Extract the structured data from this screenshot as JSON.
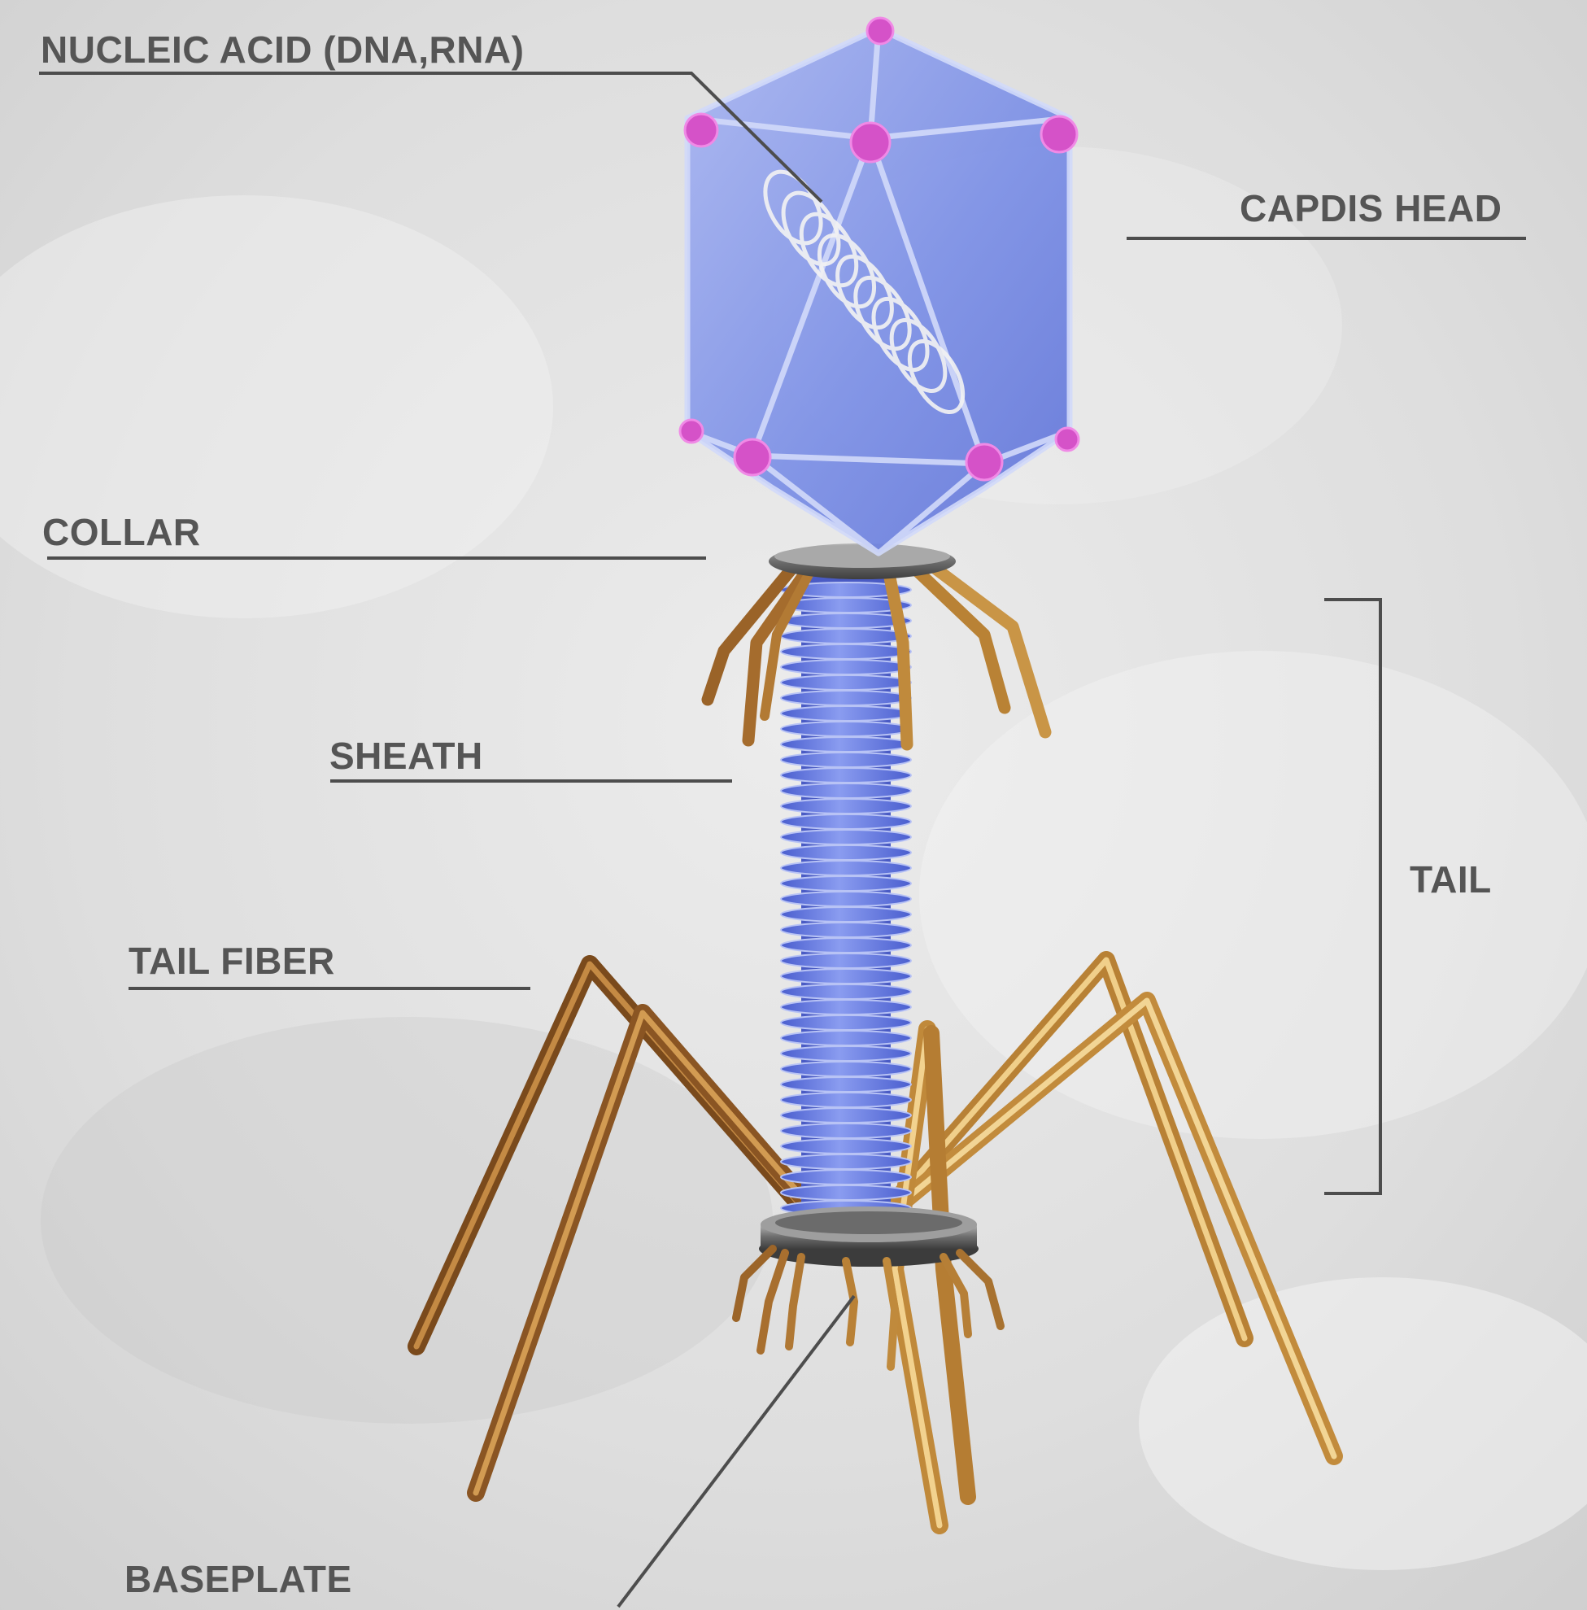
{
  "labels": {
    "nucleic_acid": "NUCLEIC ACID (DNA,RNA)",
    "capsid_head": "CAPDIS HEAD",
    "collar": "COLLAR",
    "sheath": "SHEATH",
    "tail_fiber": "TAIL FIBER",
    "tail": "TAIL",
    "baseplate": "BASEPLATE"
  },
  "colors": {
    "background": "#dcdcdc",
    "label_text": "#555555",
    "leader_line": "#4d4d4d",
    "capsid_fill": "#7b8fe6",
    "capsid_edge": "#c9d2f5",
    "vertex": "#d552c8",
    "sheath_ring": "#6f82e6",
    "tail_fiber": "#c4923f",
    "collar_metal": "#8a8a8a"
  }
}
